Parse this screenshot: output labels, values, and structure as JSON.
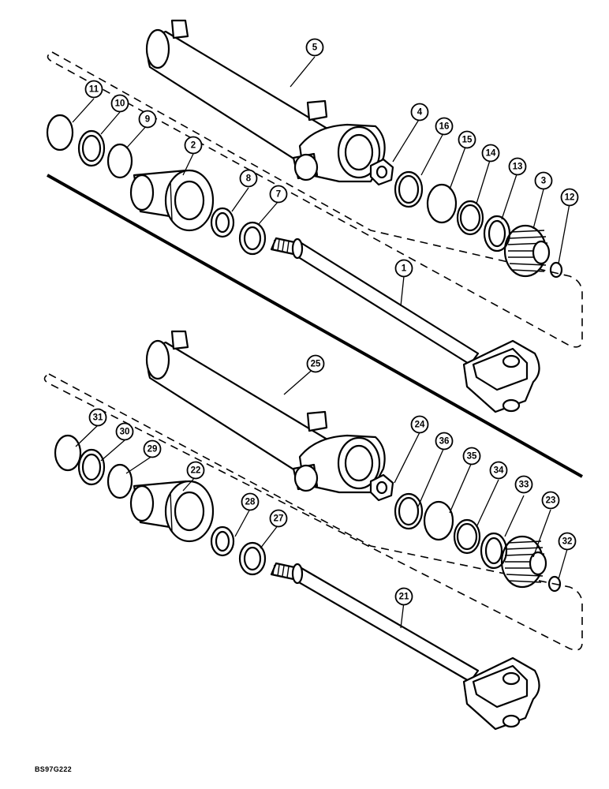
{
  "figure_code": "BS97G222",
  "assemblies": [
    {
      "id": "upper",
      "barrel": "5",
      "rod": "1",
      "gland": "2",
      "piston": "3",
      "nut": "4",
      "rings": [
        "11",
        "10",
        "9",
        "8",
        "7",
        "16",
        "15",
        "14",
        "13",
        "12"
      ]
    },
    {
      "id": "lower",
      "barrel": "25",
      "rod": "21",
      "gland": "22",
      "piston": "23",
      "nut": "24",
      "rings": [
        "31",
        "30",
        "29",
        "28",
        "27",
        "36",
        "35",
        "34",
        "33",
        "32"
      ]
    }
  ],
  "callouts": [
    "11",
    "10",
    "9",
    "2",
    "8",
    "7",
    "5",
    "4",
    "16",
    "15",
    "14",
    "13",
    "3",
    "12",
    "1",
    "31",
    "30",
    "29",
    "22",
    "28",
    "27",
    "25",
    "24",
    "36",
    "35",
    "34",
    "33",
    "23",
    "32",
    "21"
  ]
}
